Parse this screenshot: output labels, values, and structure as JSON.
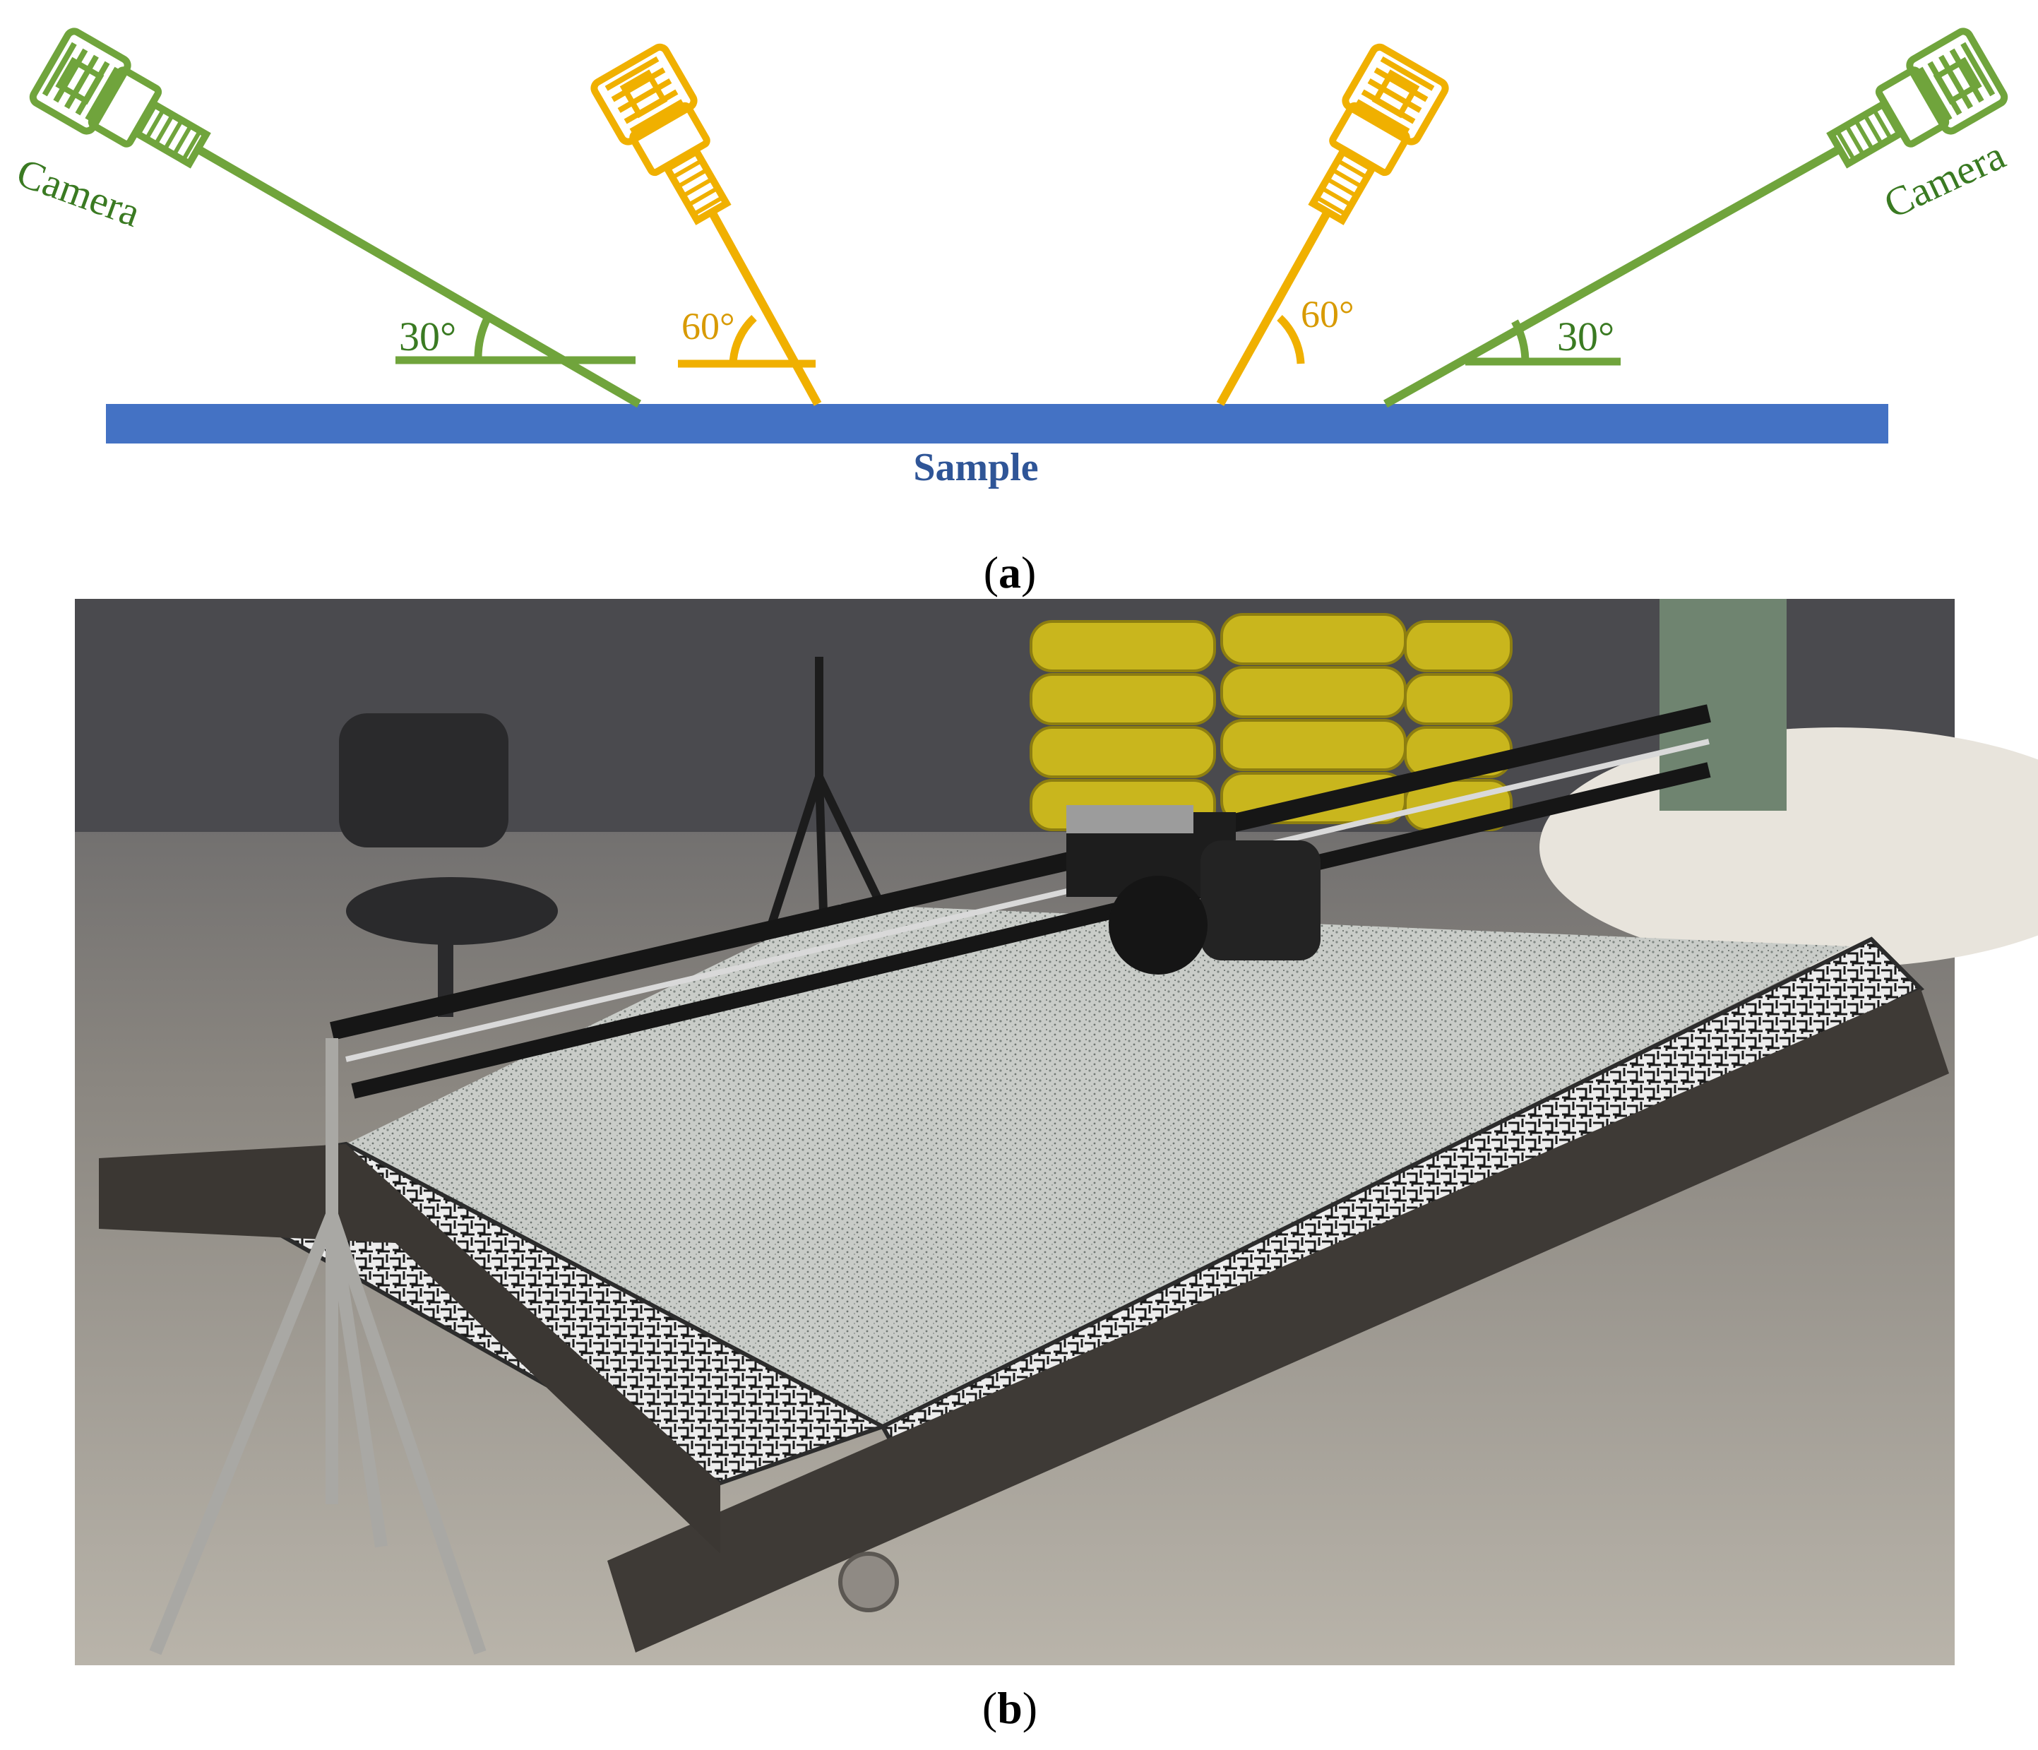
{
  "diagram": {
    "sample_label": "Sample",
    "camera_labels": [
      "Camera",
      "Camera"
    ],
    "angle_labels": {
      "outer_left": "30°",
      "inner_left": "60°",
      "inner_right": "60°",
      "outer_right": "30°"
    },
    "colors": {
      "sample_bar": "#4472c4",
      "outer_cameras": "#70a43c",
      "inner_cameras": "#f0b000",
      "sample_text": "#2f5597",
      "outer_text": "#3a7a22",
      "inner_text": "#d89a00"
    }
  },
  "captions": {
    "a": {
      "open": "(",
      "letter": "a",
      "close": ")"
    },
    "b": {
      "open": "(",
      "letter": "b",
      "close": ")"
    }
  },
  "photo": {
    "subject": "Camera mounted on a slider rail above a rectangular speckle-patterned sample on a steel frame; yellow sandbags, chair and tripod in background"
  }
}
